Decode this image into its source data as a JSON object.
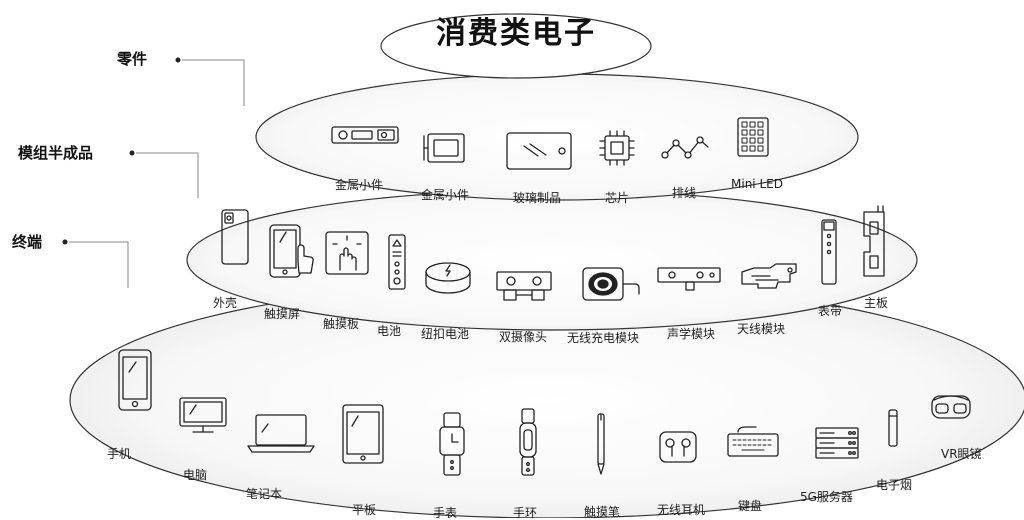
{
  "title": "消费类电子",
  "tiers": {
    "parts": "零件",
    "modules": "模组半成品",
    "terminals": "终端"
  },
  "parts": [
    {
      "label": "金属小件",
      "icon": "metal-bracket-icon"
    },
    {
      "label": "金属小件",
      "icon": "sim-tray-icon"
    },
    {
      "label": "玻璃制品",
      "icon": "glass-panel-icon"
    },
    {
      "label": "芯片",
      "icon": "chip-icon"
    },
    {
      "label": "排线",
      "icon": "cable-icon"
    },
    {
      "label": "Mini LED",
      "icon": "mini-led-icon"
    }
  ],
  "modules": [
    {
      "label": "外壳",
      "icon": "shell-icon"
    },
    {
      "label": "触摸屏",
      "icon": "touchscreen-icon"
    },
    {
      "label": "触摸板",
      "icon": "touchpad-icon"
    },
    {
      "label": "电池",
      "icon": "battery-icon"
    },
    {
      "label": "纽扣电池",
      "icon": "coin-battery-icon"
    },
    {
      "label": "双摄像头",
      "icon": "dual-camera-icon"
    },
    {
      "label": "无线充电模块",
      "icon": "wireless-charging-icon"
    },
    {
      "label": "声学模块",
      "icon": "acoustic-module-icon"
    },
    {
      "label": "天线模块",
      "icon": "antenna-module-icon"
    },
    {
      "label": "表带",
      "icon": "watch-band-icon"
    },
    {
      "label": "主板",
      "icon": "mainboard-icon"
    }
  ],
  "terminals": [
    {
      "label": "手机",
      "icon": "phone-icon"
    },
    {
      "label": "电脑",
      "icon": "desktop-icon"
    },
    {
      "label": "笔记本",
      "icon": "laptop-icon"
    },
    {
      "label": "平板",
      "icon": "tablet-icon"
    },
    {
      "label": "手表",
      "icon": "watch-icon"
    },
    {
      "label": "手环",
      "icon": "band-icon"
    },
    {
      "label": "触摸笔",
      "icon": "stylus-icon"
    },
    {
      "label": "无线耳机",
      "icon": "earbuds-icon"
    },
    {
      "label": "键盘",
      "icon": "keyboard-icon"
    },
    {
      "label": "5G服务器",
      "icon": "server-icon"
    },
    {
      "label": "电子烟",
      "icon": "e-cigarette-icon"
    },
    {
      "label": "VR眼镜",
      "icon": "vr-glasses-icon"
    }
  ],
  "colors": {
    "line": "#333333",
    "ellipse_fill": "#f6f6f6",
    "text": "#222222"
  }
}
